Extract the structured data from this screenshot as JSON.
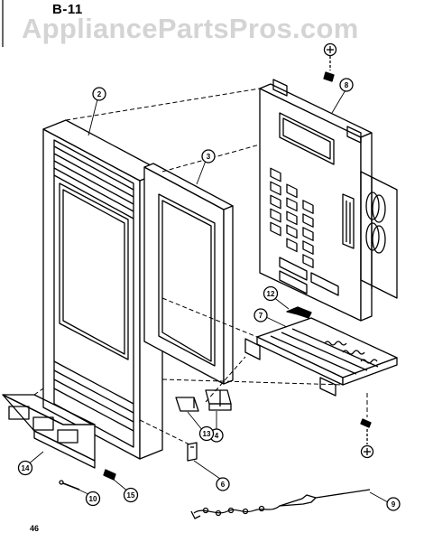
{
  "header": {
    "section_id": "B-11",
    "watermark": "AppliancePartsPros.com"
  },
  "footer": {
    "page_number": "46"
  },
  "callouts": [
    {
      "label": "2"
    },
    {
      "label": "3"
    },
    {
      "label": "4"
    },
    {
      "label": "6"
    },
    {
      "label": "7"
    },
    {
      "label": "8"
    },
    {
      "label": "9"
    },
    {
      "label": "10"
    },
    {
      "label": "12"
    },
    {
      "label": "13"
    },
    {
      "label": "14"
    },
    {
      "label": "15"
    }
  ],
  "colors": {
    "ink": "#000000",
    "watermark": "#d4d4d4",
    "background": "#ffffff"
  }
}
